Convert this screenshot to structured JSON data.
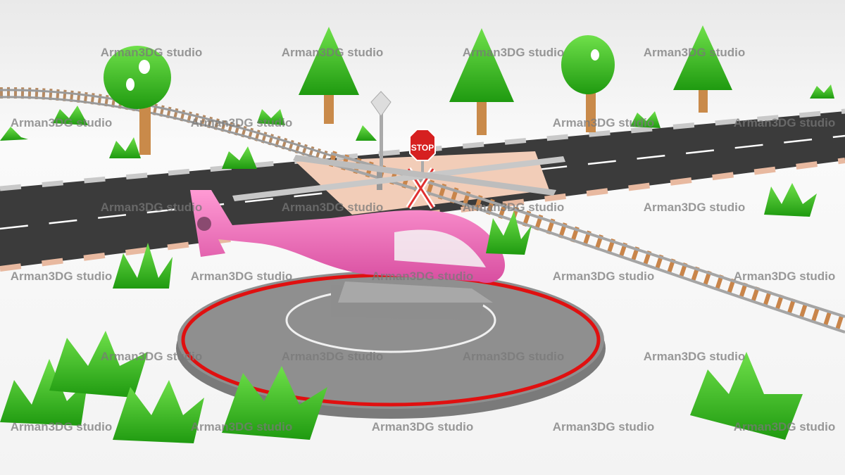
{
  "scene": {
    "stop_sign": "STOP",
    "colors": {
      "grass": "#3fc01f",
      "trunk": "#c98a4a",
      "road": "#3a3a3a",
      "helicopter": "#f07ac0",
      "helipad": "#8f8f8f",
      "ring": "#e01010",
      "stop": "#d62020"
    }
  },
  "watermarks": [
    "Arman3DG studio",
    "Arman3DG studio",
    "Arman3DG studio",
    "Arman3DG studio",
    "Arman3DG studio",
    "Arman3DG studio",
    "Arman3DG studio",
    "Arman3DG studio",
    "Arman3DG studio",
    "Arman3DG studio",
    "Arman3DG studio",
    "Arman3DG studio",
    "Arman3DG studio",
    "Arman3DG studio",
    "Arman3DG studio",
    "Arman3DG studio",
    "Arman3DG studio",
    "Arman3DG studio",
    "Arman3DG studio",
    "Arman3DG studio",
    "Arman3DG studio",
    "Arman3DG studio",
    "Arman3DG studio",
    "Arman3DG studio",
    "Arman3DG studio",
    "Arman3DG studio"
  ]
}
